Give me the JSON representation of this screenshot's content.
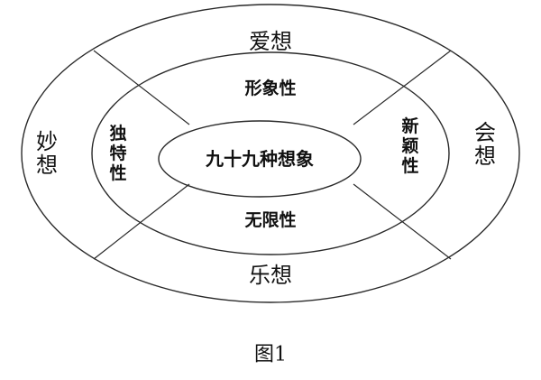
{
  "diagram": {
    "center": "九十九种想象",
    "middle_ring": {
      "top": "形象性",
      "bottom": "无限性",
      "left": "独特性",
      "right": "新颖性"
    },
    "outer_ring": {
      "top": "爱想",
      "bottom": "乐想",
      "left": "妙想",
      "right": "会想"
    }
  },
  "caption": "图1",
  "colors": {
    "stroke": "#2a2a2a",
    "text": "#111111",
    "background": "#ffffff"
  }
}
